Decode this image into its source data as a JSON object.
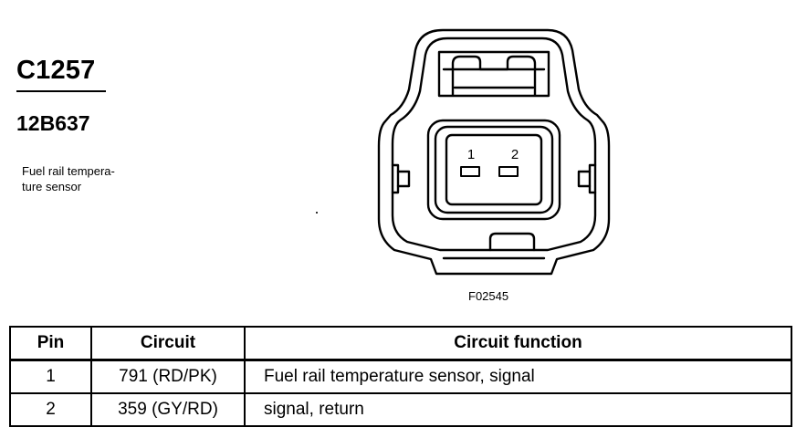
{
  "connector": {
    "id": "C1257",
    "part_number": "12B637",
    "description": "Fuel rail tempera-\nture sensor",
    "figure_id": "F02545",
    "pin_labels": [
      "1",
      "2"
    ]
  },
  "table": {
    "headers": {
      "pin": "Pin",
      "circuit": "Circuit",
      "function": "Circuit function"
    },
    "rows": [
      {
        "pin": "1",
        "circuit": "791 (RD/PK)",
        "function": "Fuel rail temperature sensor, signal"
      },
      {
        "pin": "2",
        "circuit": "359 (GY/RD)",
        "function": "signal, return"
      }
    ]
  }
}
